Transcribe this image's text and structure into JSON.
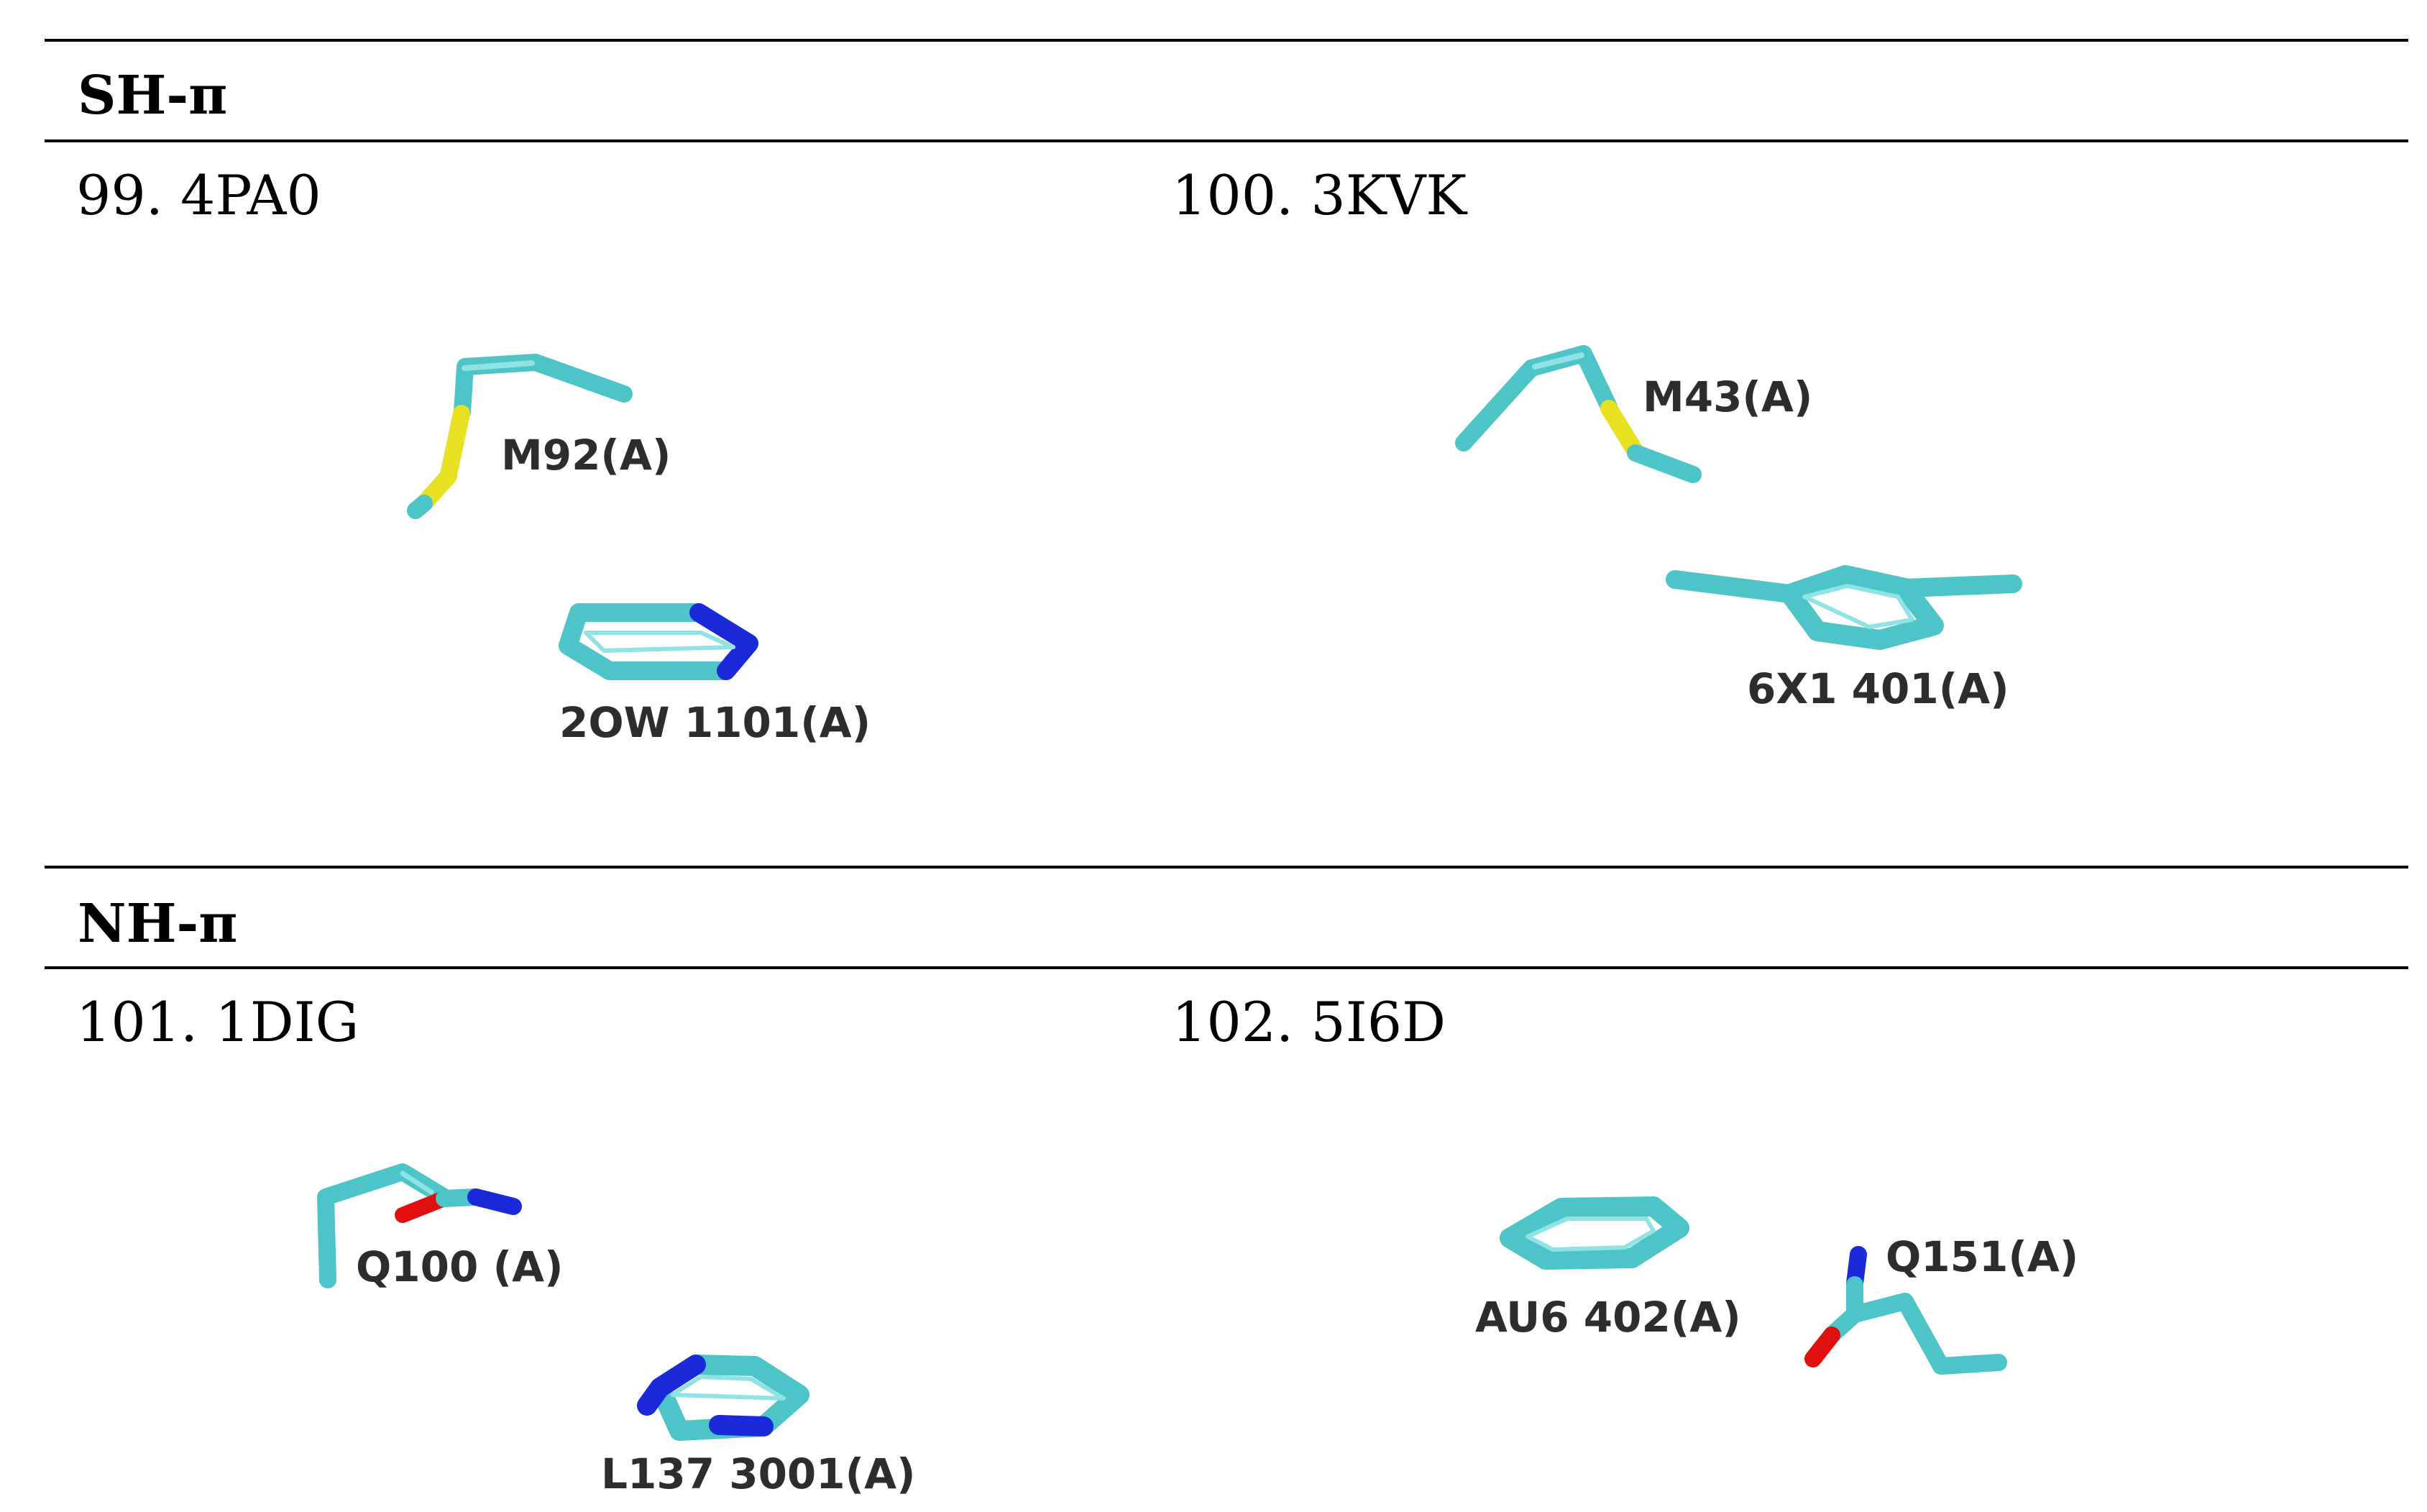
{
  "sections": [
    {
      "title": "SH-π",
      "entries": [
        {
          "title": "99. 4PA0",
          "labels": [
            "M92(A)",
            "2OW 1101(A)"
          ]
        },
        {
          "title": "100. 3KVK",
          "labels": [
            "M43(A)",
            "6X1 401(A)"
          ]
        }
      ]
    },
    {
      "title": "NH-π",
      "entries": [
        {
          "title": "101. 1DIG",
          "labels": [
            "Q100 (A)",
            "L137 3001(A)"
          ]
        },
        {
          "title": "102. 5I6D",
          "labels": [
            "AU6 402(A)",
            "Q151(A)"
          ]
        }
      ]
    }
  ],
  "colors": {
    "carbon": "#4cc4c8",
    "sulfur": "#e8e020",
    "nitrogen": "#1a2ad8",
    "oxygen": "#e01010",
    "rule": "#000000"
  }
}
